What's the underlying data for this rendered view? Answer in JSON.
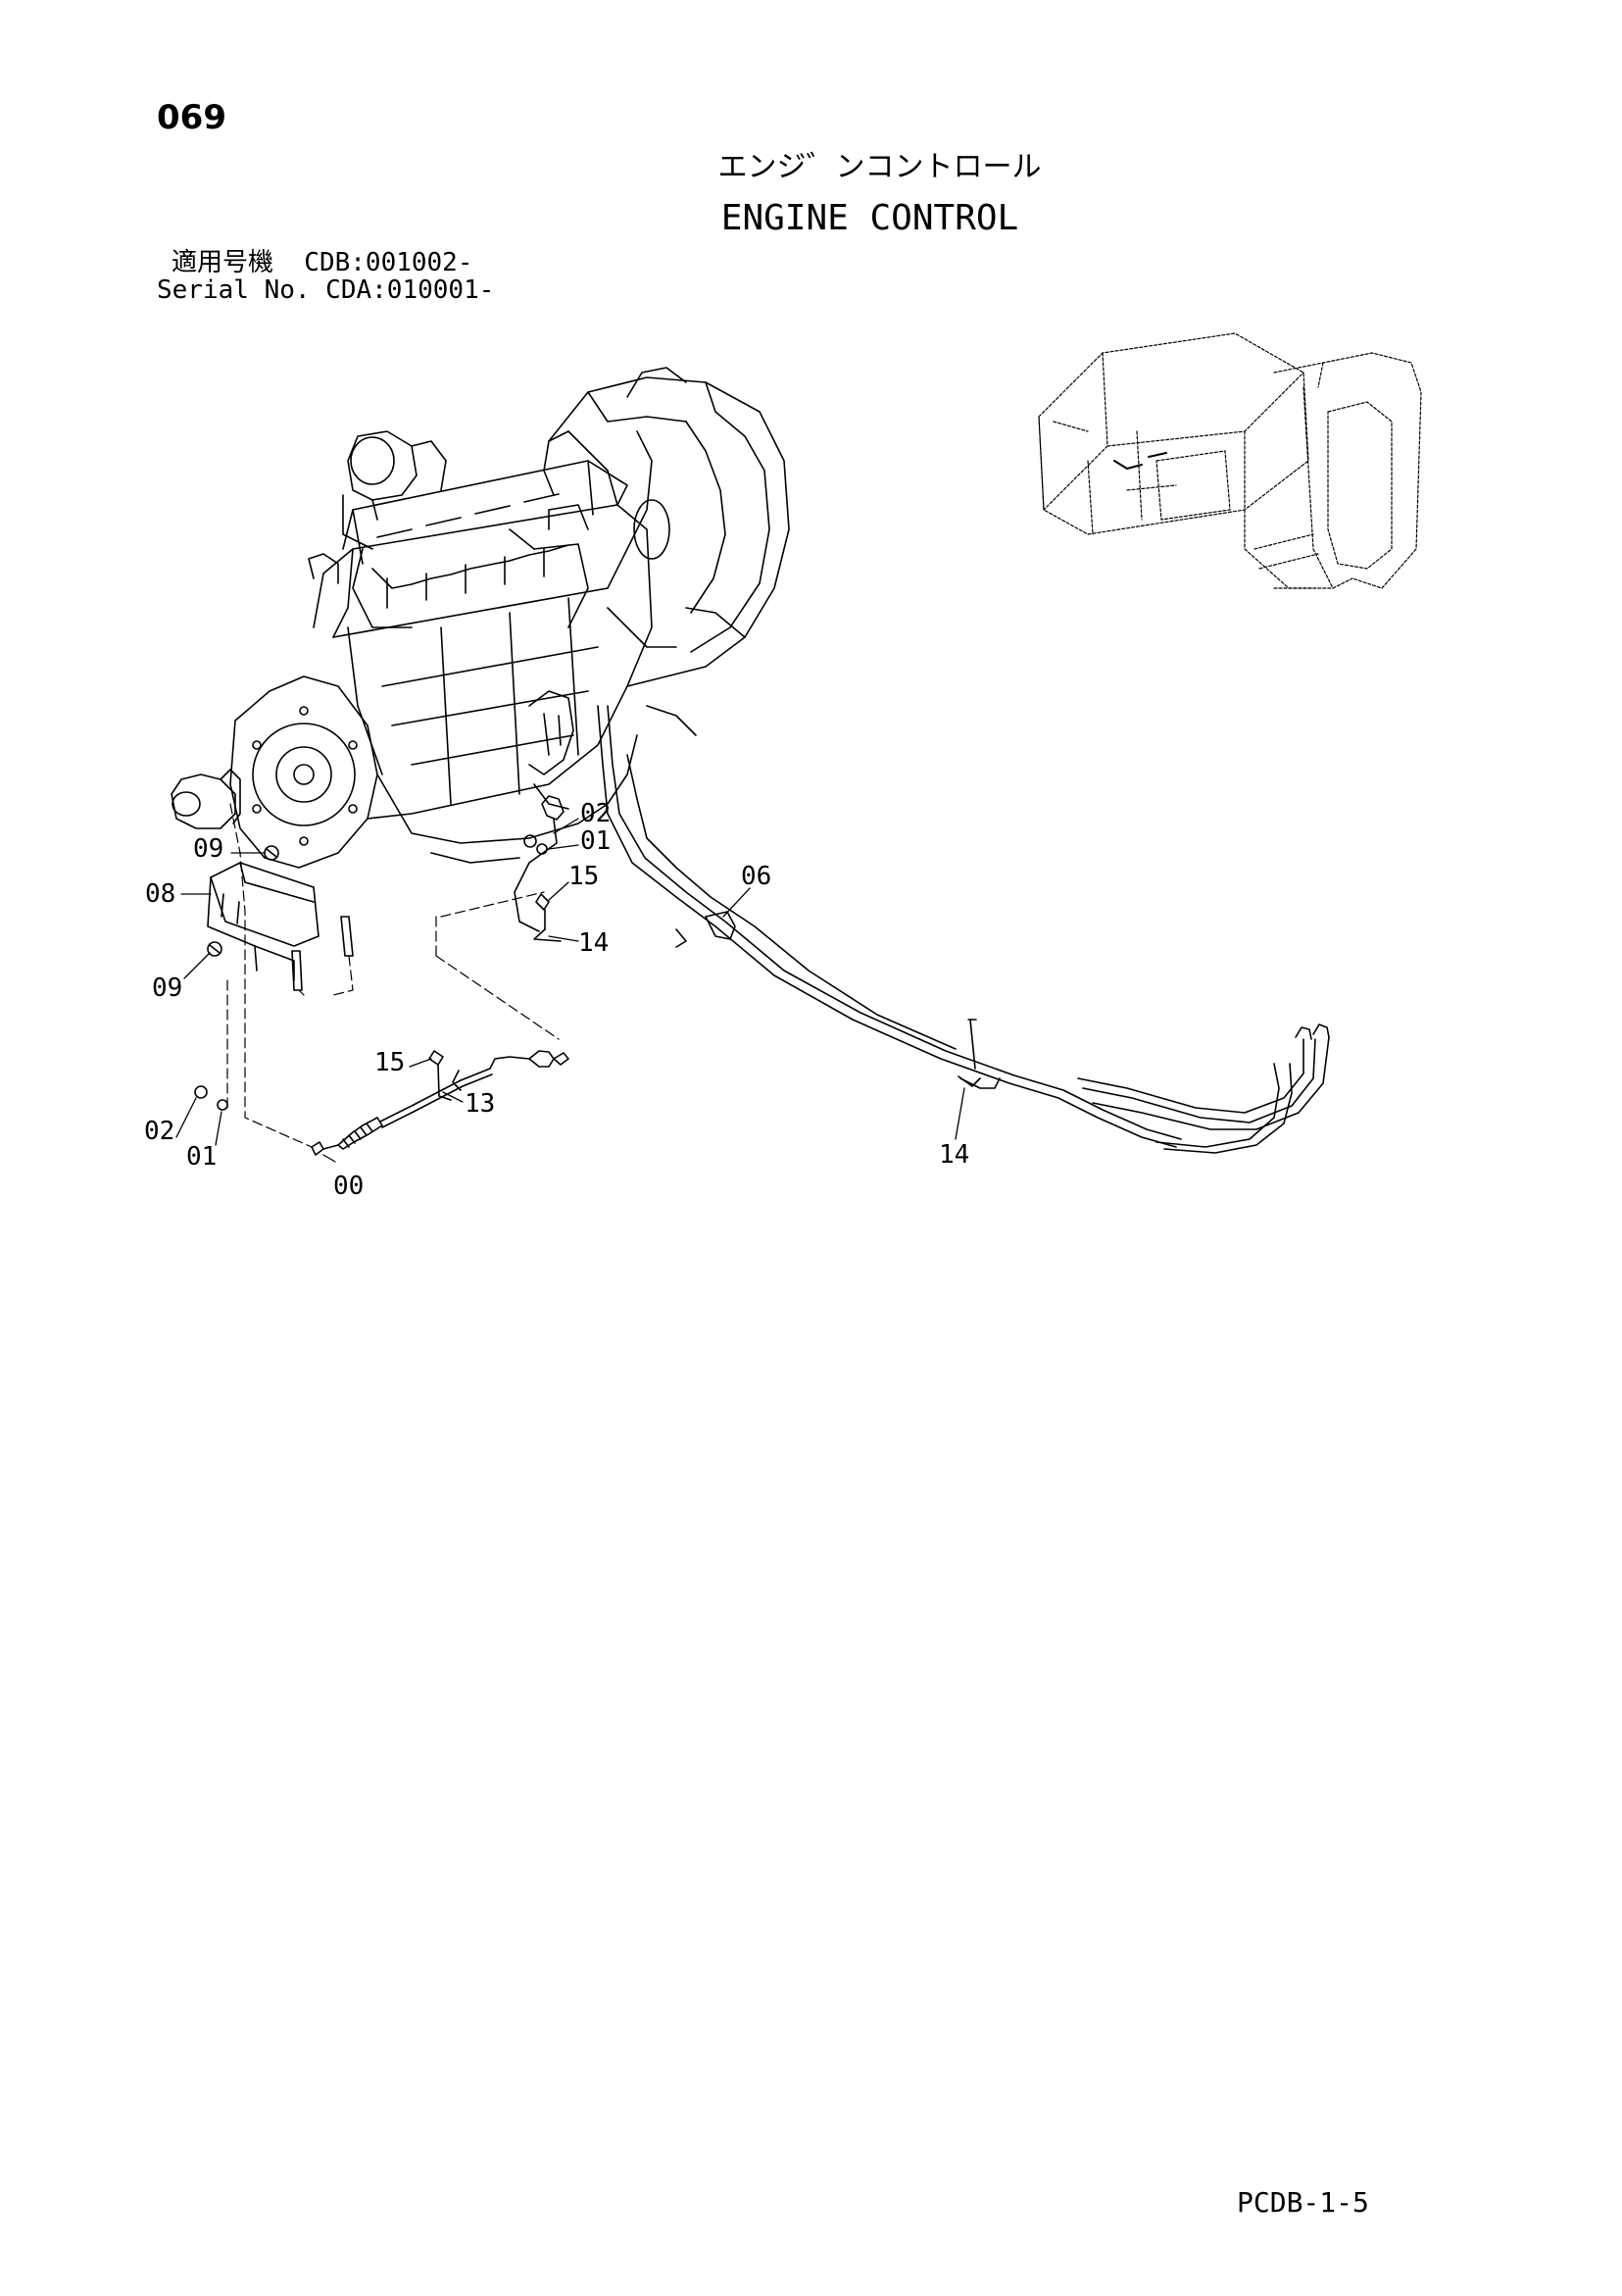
{
  "header": {
    "page_number": "069",
    "title_jp": "エンジ゛ンコントロール",
    "title_en": "ENGINE CONTROL",
    "applicable_models": "適用号機  CDB:001002-",
    "serial_number": "Serial No. CDA:010001-"
  },
  "diagram": {
    "callouts": [
      {
        "id": "c-02-upper",
        "label": "02"
      },
      {
        "id": "c-01-upper",
        "label": "01"
      },
      {
        "id": "c-15-upper",
        "label": "15"
      },
      {
        "id": "c-14-upper",
        "label": "14"
      },
      {
        "id": "c-06",
        "label": "06"
      },
      {
        "id": "c-09-upper",
        "label": "09"
      },
      {
        "id": "c-08",
        "label": "08"
      },
      {
        "id": "c-09-lower",
        "label": "09"
      },
      {
        "id": "c-15-lower",
        "label": "15"
      },
      {
        "id": "c-13",
        "label": "13"
      },
      {
        "id": "c-02-lower",
        "label": "02"
      },
      {
        "id": "c-01-lower",
        "label": "01"
      },
      {
        "id": "c-00",
        "label": "00"
      },
      {
        "id": "c-14-lower",
        "label": "14"
      }
    ]
  },
  "footer": {
    "doc_code": "PCDB-1-5"
  }
}
